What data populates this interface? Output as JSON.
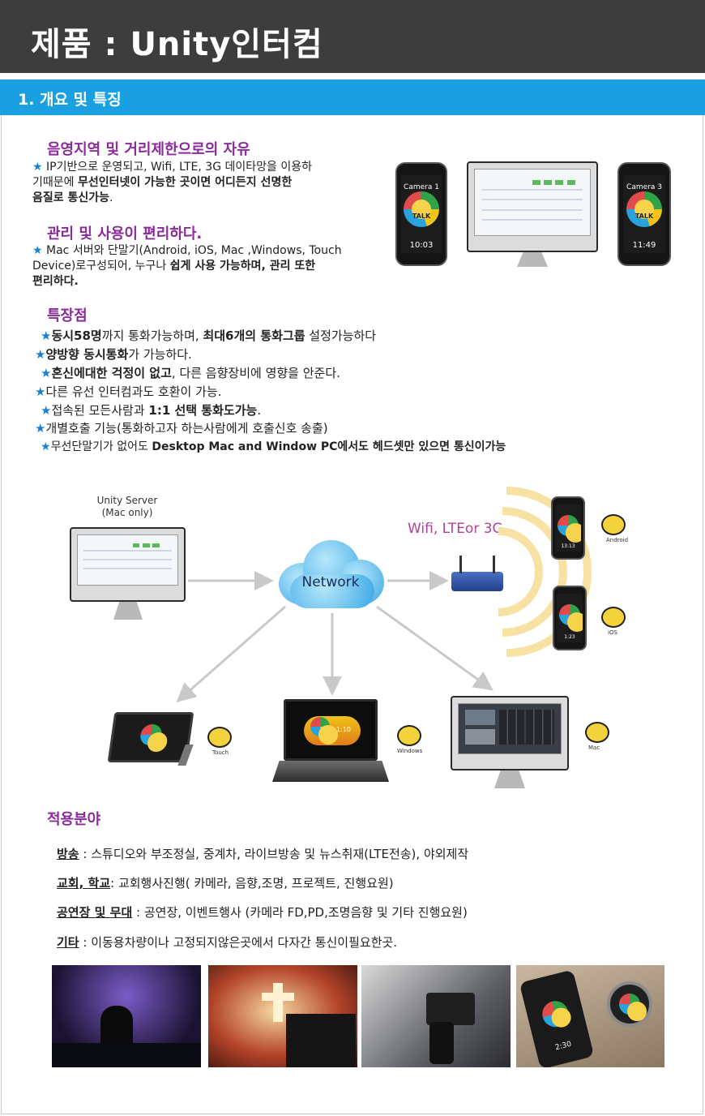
{
  "page_title": "제품 : Unity인터컴",
  "section_title": "1. 개요 및 특징",
  "block1": {
    "heading": "음영지역 및 거리제한으로의 자유",
    "star": "★",
    "line1": " IP기반으로 운영되고, Wifi, LTE, 3G 데이타망을 이용하",
    "line2_a": "기때문에 ",
    "line2_b": "무선인터넷이 가능한 곳이면 어디든지 선명한",
    "line3_b": "음질로 통신가능",
    "line3_c": "."
  },
  "block2": {
    "heading": "관리 및 사용이 편리하다.",
    "star": "★",
    "line1": " Mac 서버와 단말기(Android, iOS, Mac ,Windows, Touch",
    "line2_a": "Device)로구성되어, 누구나 ",
    "line2_b": "쉽게 사용 가능하며, 관리 또한",
    "line3_b": "편리하다."
  },
  "phones_top": {
    "left_label": "Camera 1",
    "left_time": "10:03",
    "right_label": "Camera 3",
    "right_time": "11:49",
    "talk": "TALK"
  },
  "features": {
    "heading": "특장점",
    "star": "★",
    "f1_b1": "동시58명",
    "f1_t1": "까지 통화가능하며, ",
    "f1_b2": "최대6개의 통화그룹",
    "f1_t2": " 설정가능하다",
    "f2_b": "양방향 동시통화",
    "f2_t": "가 가능하다.",
    "f3_b": "혼신에대한 걱정이 없고",
    "f3_t": ", 다른 음향장비에 영향을 안준다.",
    "f4_t": "다른 유선 인터컴과도 호환이 가능.",
    "f5_t": "접속된 모든사람과 ",
    "f5_b": "1:1 선택 통화도가능",
    "f5_e": ".",
    "f6_t": "개별호출 기능(통화하고자 하는사람에게 호출신호 송출)",
    "f7_t": "무선단말기가 없어도 ",
    "f7_b": "Desktop Mac and Window PC에서도 헤드셋만 있으면 통신이가능"
  },
  "diagram": {
    "server_label_1": "Unity Server",
    "server_label_2": "(Mac only)",
    "network": "Network",
    "wireless": "Wifi, LTEor 3G",
    "android": "Android",
    "ios": "iOS",
    "touch": "Touch",
    "windows": "Windows",
    "mac": "Mac",
    "phone1_time": "13:13",
    "phone2_time": "1:23",
    "laptop_time": "1:10"
  },
  "applications": {
    "heading": "적용분야",
    "a1_k": "방송",
    "a1_v": " : 스튜디오와 부조정실, 중계차, 라이브방송 및 뉴스취재(LTE전송), 야외제작",
    "a2_k": "교회, 학교",
    "a2_v": ": 교회행사진행( 카메라, 음향,조명, 프로젝트, 진행요원)",
    "a3_k": "공연장 및 무대",
    "a3_v": " : 공연장, 이벤트행사 (카메라 FD,PD,조명음향 및 기타 진행요원)",
    "a4_k": "기타",
    "a4_v": " : 이동용차량이나 고정되지않은곳에서 다자간 통신이필요한곳."
  },
  "photo_phone_time": "2:30",
  "colors": {
    "accent": "#1aa0e0",
    "title_bg": "#3d3d3d",
    "heading": "#8b2a9a",
    "star": "#1b7fd1"
  }
}
